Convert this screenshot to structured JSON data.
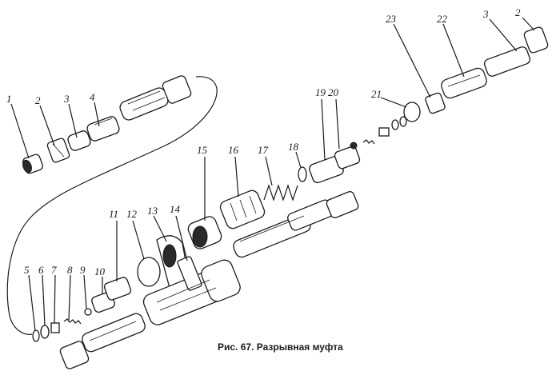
{
  "caption": "Рис. 67. Разрывная муфта",
  "labels": {
    "l1": "1",
    "l2": "2",
    "l3": "3",
    "l4": "4",
    "l5": "5",
    "l6": "6",
    "l7": "7",
    "l8": "8",
    "l9": "9",
    "l10": "10",
    "l11": "11",
    "l12": "12",
    "l13": "13",
    "l14": "14",
    "l15": "15",
    "l16": "16",
    "l17": "17",
    "l18": "18",
    "l19": "19",
    "l20": "20",
    "l21": "21",
    "l22": "22",
    "l23": "23",
    "l3b": "3",
    "l2b": "2"
  }
}
